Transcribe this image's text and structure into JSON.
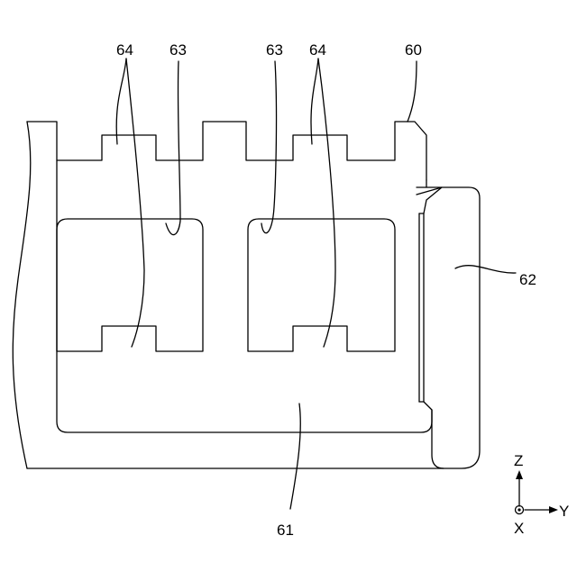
{
  "figure": {
    "labels": {
      "l60": "60",
      "l61": "61",
      "l62": "62",
      "l63a": "63",
      "l63b": "63",
      "l64a": "64",
      "l64b": "64"
    },
    "axes": {
      "z": "Z",
      "y": "Y",
      "x": "X"
    }
  }
}
